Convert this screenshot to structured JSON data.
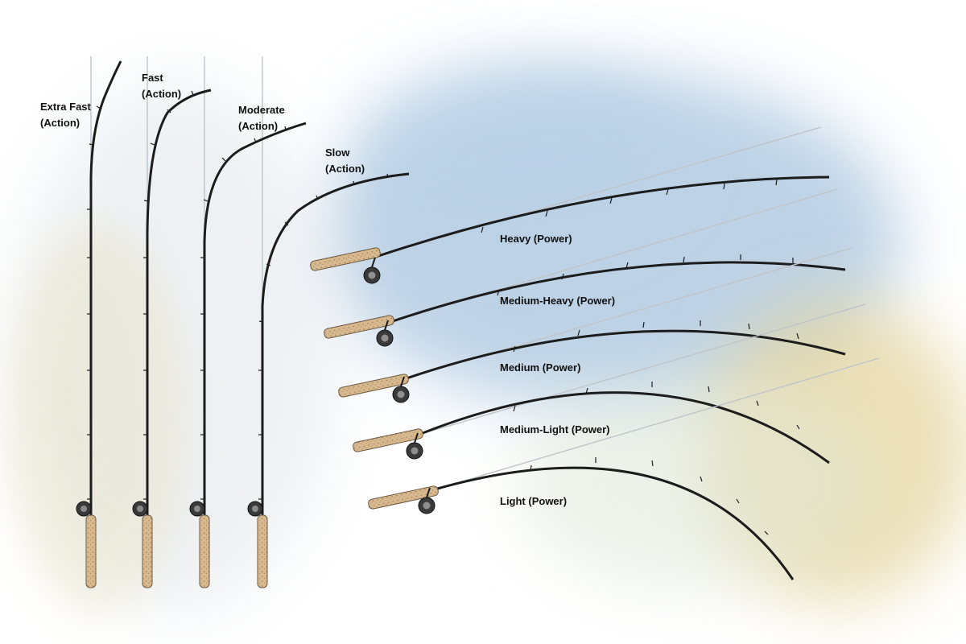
{
  "action_labels": {
    "extra_fast": {
      "line1": "Extra Fast",
      "line2": "(Action)"
    },
    "fast": {
      "line1": "Fast",
      "line2": "(Action)"
    },
    "moderate": {
      "line1": "Moderate",
      "line2": "(Action)"
    },
    "slow": {
      "line1": "Slow",
      "line2": "(Action)"
    }
  },
  "power_labels": {
    "heavy": "Heavy (Power)",
    "medium_heavy": "Medium-Heavy (Power)",
    "medium": "Medium (Power)",
    "medium_light": "Medium-Light (Power)",
    "light": "Light (Power)"
  },
  "colors": {
    "rod": "#1c1c1c",
    "cork": "#d6b48a",
    "ghost_rod": "#b9bfc4",
    "wash_blue": "#a9c4de",
    "wash_yellow": "#e6d59a"
  }
}
